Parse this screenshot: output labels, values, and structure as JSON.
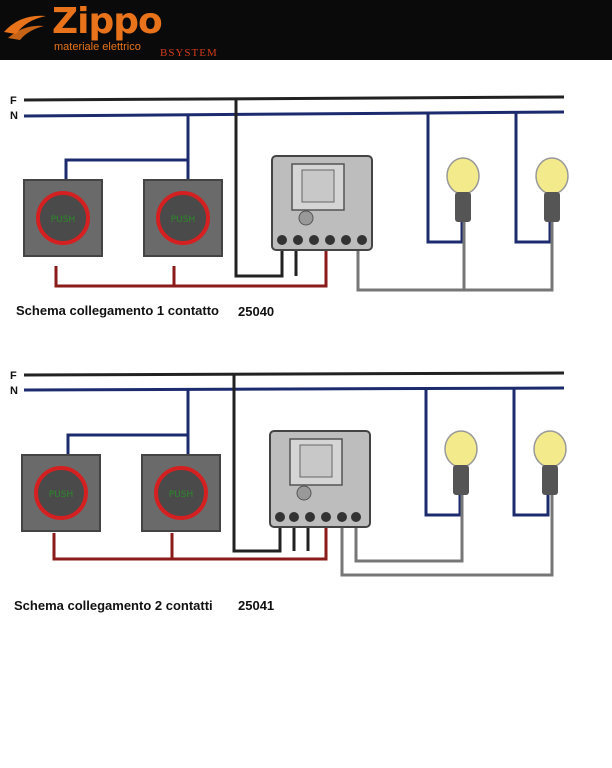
{
  "header": {
    "brand": "Zippo",
    "tagline": "materiale elettrico",
    "system": "BSYSTEM"
  },
  "labels": {
    "phase": "F",
    "neutral": "N",
    "button_text": "PUSH"
  },
  "diagrams": [
    {
      "caption": "Schema collegamento 1 contatto",
      "code": "25040"
    },
    {
      "caption": "Schema collegamento 2 contatti",
      "code": "25041"
    }
  ],
  "colors": {
    "header_bg": "#0a0a0a",
    "brand": "#e8731a",
    "wire_phase": "#222222",
    "wire_neutral": "#1c2b6e",
    "wire_push": "#8b1a1a",
    "wire_lamp": "#777777",
    "button_ring": "#d42020",
    "button_body": "#6a6a6a",
    "bulb": "#f3ea8c"
  }
}
